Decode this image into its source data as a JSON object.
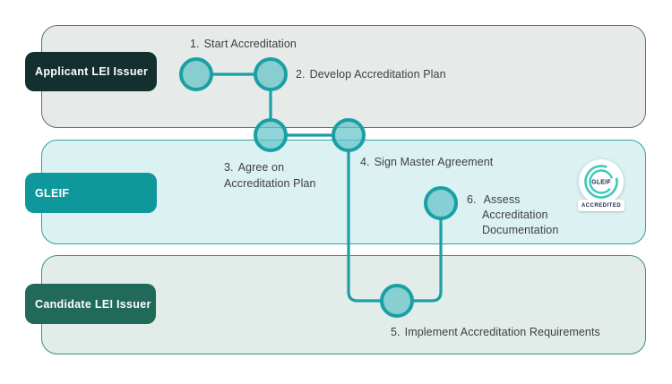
{
  "diagram": {
    "lanes": [
      {
        "label": "Applicant LEI Issuer"
      },
      {
        "label": "GLEIF"
      },
      {
        "label": "Candidate LEI Issuer"
      }
    ],
    "steps": [
      {
        "num": "1.",
        "lines": [
          "Start Accreditation"
        ]
      },
      {
        "num": "2.",
        "lines": [
          "Develop Accreditation Plan"
        ]
      },
      {
        "num": "3.",
        "lines": [
          "Agree on",
          "Accreditation Plan"
        ]
      },
      {
        "num": "4.",
        "lines": [
          "Sign Master Agreement"
        ]
      },
      {
        "num": "5.",
        "lines": [
          "Implement Accreditation Requirements"
        ]
      },
      {
        "num": "6.",
        "lines": [
          "Assess",
          "Accreditation",
          "Documentation"
        ]
      }
    ],
    "badge": {
      "logo_text": "GLEIF",
      "ribbon_text": "ACCREDITED"
    }
  },
  "colors": {
    "lane1_fill": "#e6eae9",
    "lane1_border": "#5f7071",
    "lane2_fill": "#dcf1f2",
    "lane2_border": "#2aa2a8",
    "lane3_fill": "#e2ece8",
    "lane3_border": "#3a907b",
    "pill1_bg": "#13302e",
    "pill2_bg": "#0f989b",
    "pill3_bg": "#216a59",
    "connector": "#1aa0a4",
    "node_fill": "#64c3c8",
    "step_text": "#3e4040",
    "badge_ring": "#3ec7b6",
    "badge_text": "#17294d"
  }
}
